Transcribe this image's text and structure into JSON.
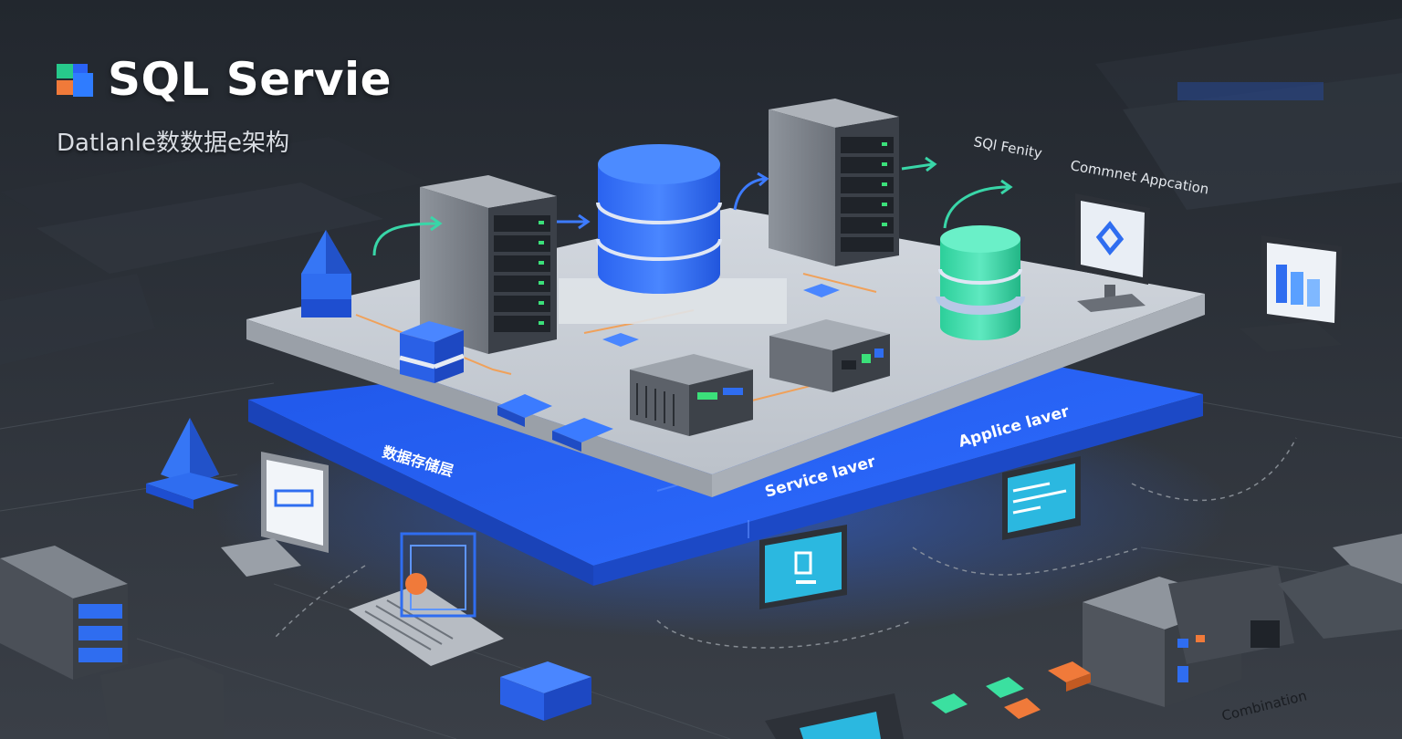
{
  "brand": {
    "title": "SQL Servie",
    "subtitle": "Datlanle数数据e架构",
    "logo_icon": "stacked-blocks-logo-icon",
    "logo_colors": [
      "#27c98b",
      "#2a62f5",
      "#f07a3a",
      "#2f7cff"
    ]
  },
  "labels": {
    "top_1": "SQl Fenity",
    "top_2": "Commnet Appcation",
    "layer_data": "数据存储层",
    "layer_service": "Service laver",
    "layer_app": "Applice laver",
    "bottom_right": "Combination"
  },
  "colors": {
    "accent_blue": "#2463f2",
    "teal": "#3be0b0",
    "background": "#1c2128",
    "platform": "#c9ced6",
    "arrow_green": "#39d6a8"
  }
}
